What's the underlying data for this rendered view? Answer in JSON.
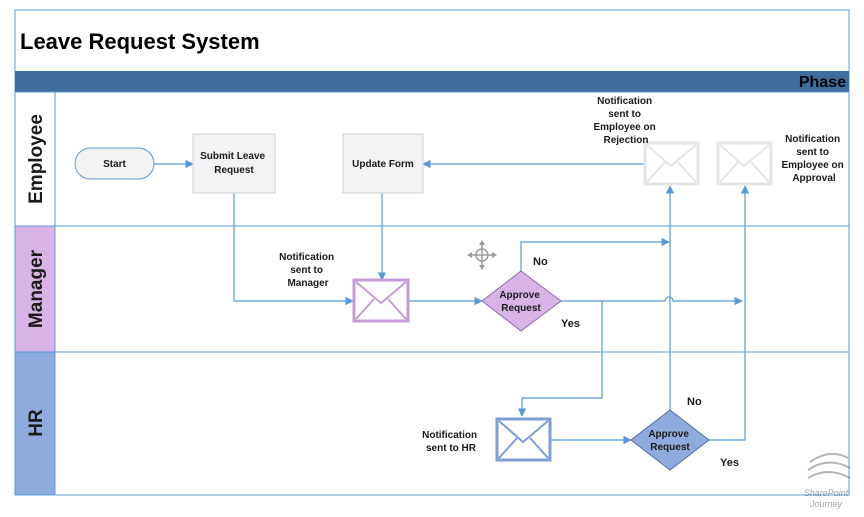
{
  "title": "Leave Request System",
  "phase_label": "Phase",
  "lanes": [
    {
      "label": "Employee",
      "color": "#ffffff"
    },
    {
      "label": "Manager",
      "color": "#d9b3e6"
    },
    {
      "label": "HR",
      "color": "#8faadc"
    }
  ],
  "nodes": {
    "start": "Start",
    "submit": [
      "Submit Leave",
      "Request"
    ],
    "update": "Update Form",
    "mgr_approve": [
      "Approve",
      "Request"
    ],
    "hr_approve": [
      "Approve",
      "Request"
    ]
  },
  "notes": {
    "rejection": [
      "Notification",
      "sent to",
      "Employee on",
      "Rejection"
    ],
    "approval": [
      "Notification",
      "sent to",
      "Employee on",
      "Approval"
    ],
    "manager": [
      "Notification",
      "sent to",
      "Manager"
    ],
    "hr": [
      "Notification",
      "sent to HR"
    ]
  },
  "edge_labels": {
    "mgr_no": "No",
    "mgr_yes": "Yes",
    "hr_no": "No",
    "hr_yes": "Yes"
  },
  "watermark": [
    "SharePoint",
    "Journey"
  ],
  "colors": {
    "flow": "#5b9bd5",
    "phase_bar": "#3d6e9e",
    "manager_envelope": "#c59bd9",
    "hr_envelope": "#7f9fd4",
    "diamond_manager": "#d9b3e6",
    "diamond_hr": "#8faadc"
  }
}
